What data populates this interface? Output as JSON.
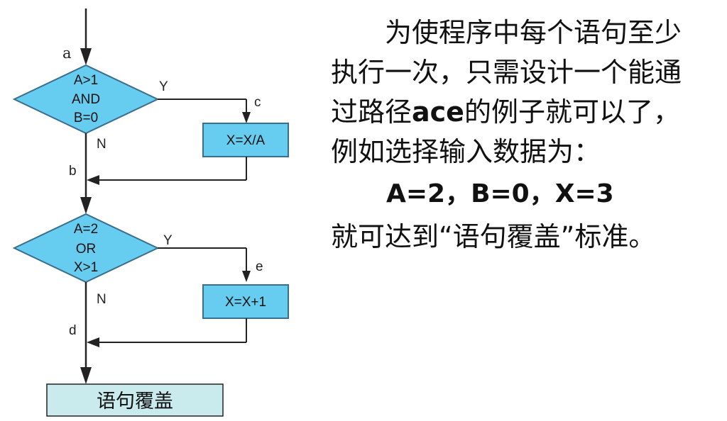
{
  "flowchart": {
    "label_a": "a",
    "diamond1": {
      "line1": "A>1",
      "line2": "AND",
      "line3": "B=0"
    },
    "diamond1_yes": "Y",
    "diamond1_no": "N",
    "label_c": "c",
    "box1": "X=X/A",
    "label_b": "b",
    "diamond2": {
      "line1": "A=2",
      "line2": "OR",
      "line3": "X>1"
    },
    "diamond2_yes": "Y",
    "diamond2_no": "N",
    "label_e": "e",
    "box2": "X=X+1",
    "label_d": "d",
    "bottom_box": "语句覆盖"
  },
  "description": {
    "line1": "为使程序中每个语句至少",
    "line2": "执行一次，只需设计一个能通",
    "line3_pre": "过路径",
    "line3_path": "ace",
    "line3_post": "的例子就可以了，",
    "line4": "例如选择输入数据为：",
    "example": "A=2，B=0，X=3",
    "conclusion": "就可达到“语句覆盖”标准。"
  },
  "colors": {
    "shape_fill": "#66ccf0",
    "shape_stroke": "#3a6e8c",
    "bottom_fill": "#c9ebee",
    "line": "#222222"
  }
}
